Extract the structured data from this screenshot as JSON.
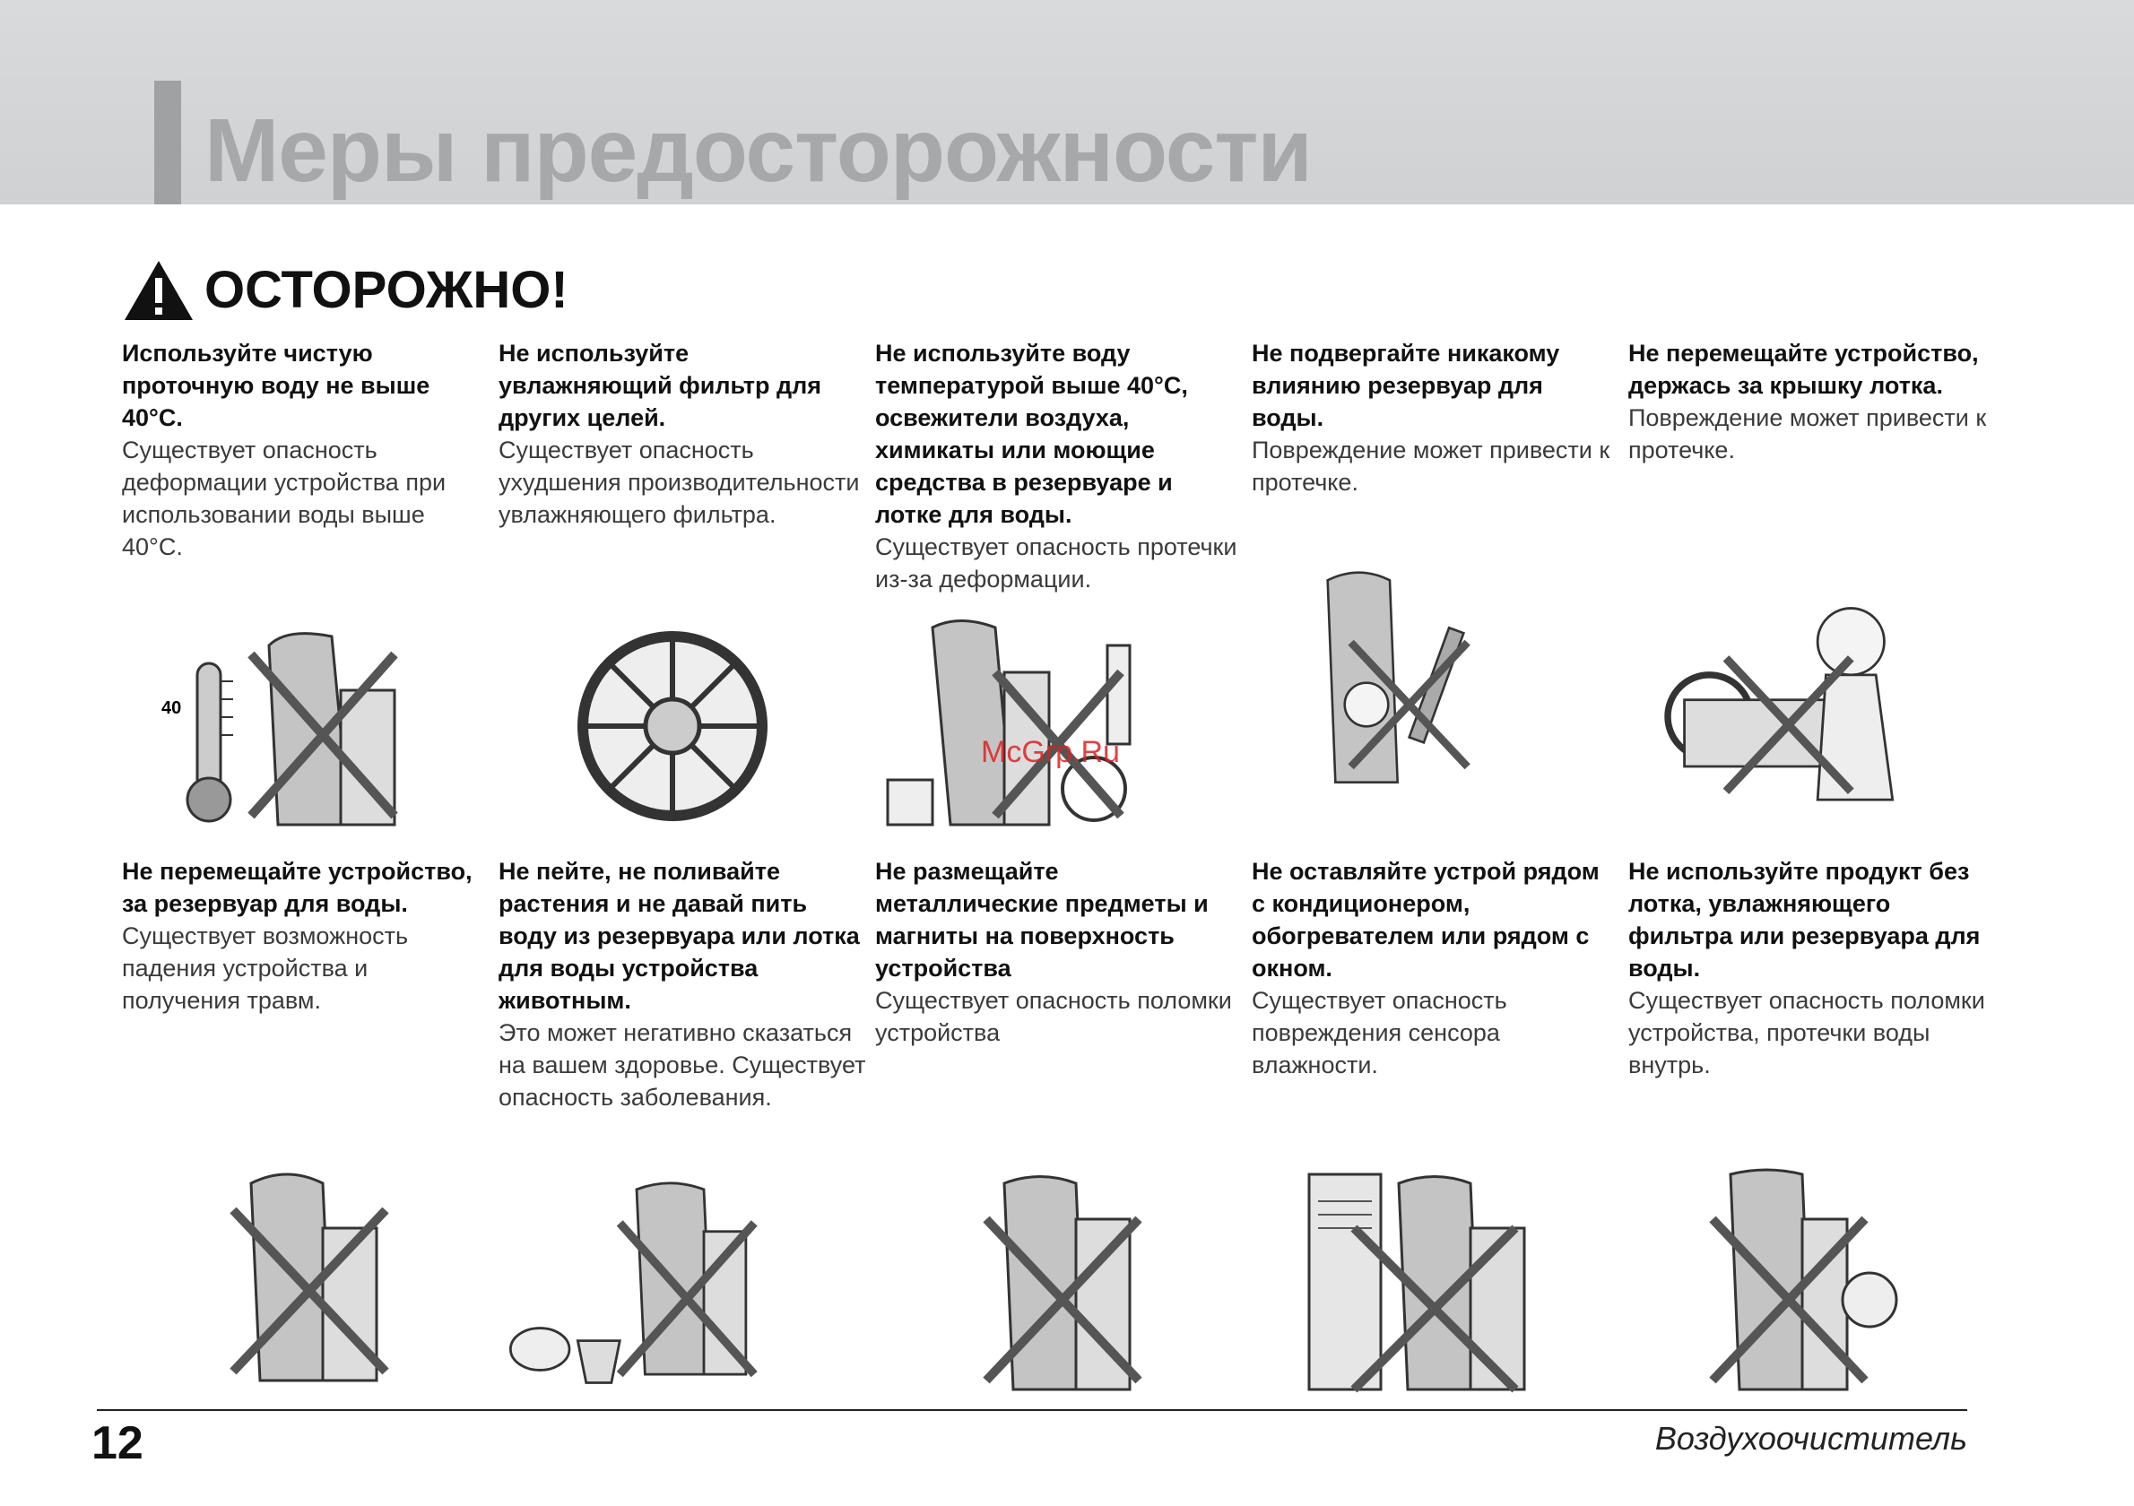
{
  "header": {
    "title": "Меры предосторожности"
  },
  "caution": {
    "title": "ОСТОРОЖНО!",
    "icon": "warning-triangle-icon"
  },
  "items": [
    {
      "lead": "Используйте чистую проточную воду не выше 40°C.",
      "desc": "Существует опасность деформации устройства при использовании воды выше 40°C."
    },
    {
      "lead": "Не используйте увлажняющий фильтр для других целей.",
      "desc": "Существует опасность ухудшения производительности увлажняющего фильтра."
    },
    {
      "lead": "Не используйте воду температурой выше 40°C, освежители воздуха, химикаты или моющие средства в резервуаре и лотке для воды.",
      "desc": "Существует опасность протечки из-за деформации."
    },
    {
      "lead": "Не подвергайте никакому влиянию резервуар для воды.",
      "desc": "Повреждение может привести к протечке."
    },
    {
      "lead": "Не перемещайте устройство, держась за крышку лотка.",
      "desc": "Повреждение может привести к протечке."
    },
    {
      "lead": "Не перемещайте устройство, за резервуар для воды.",
      "desc": "Существует возможность падения устройства и получения травм."
    },
    {
      "lead": "Не пейте, не поливайте растения и не давай пить воду из резервуара или лотка для воды устройства животным.",
      "desc": "Это может негативно сказаться на вашем здоровье. Существует опасность заболевания."
    },
    {
      "lead": "Не размещайте металлические предметы и магниты на поверхность устройства",
      "desc": "Существует опасность поломки устройства"
    },
    {
      "lead": "Не оставляйте устрой рядом с кондиционером, обогревателем или рядом с окном.",
      "desc": "Существует опасность повреждения сенсора влажности."
    },
    {
      "lead": "Не используйте продукт без лотка, увлажняющего фильтра или резервуара для воды.",
      "desc": "Существует опасность поломки устройства, протечки воды внутрь."
    }
  ],
  "illustrations": {
    "thermometer_label": "40"
  },
  "watermark": "McGrp.Ru",
  "footer": {
    "page_number": "12",
    "product": "Воздухоочиститель"
  }
}
